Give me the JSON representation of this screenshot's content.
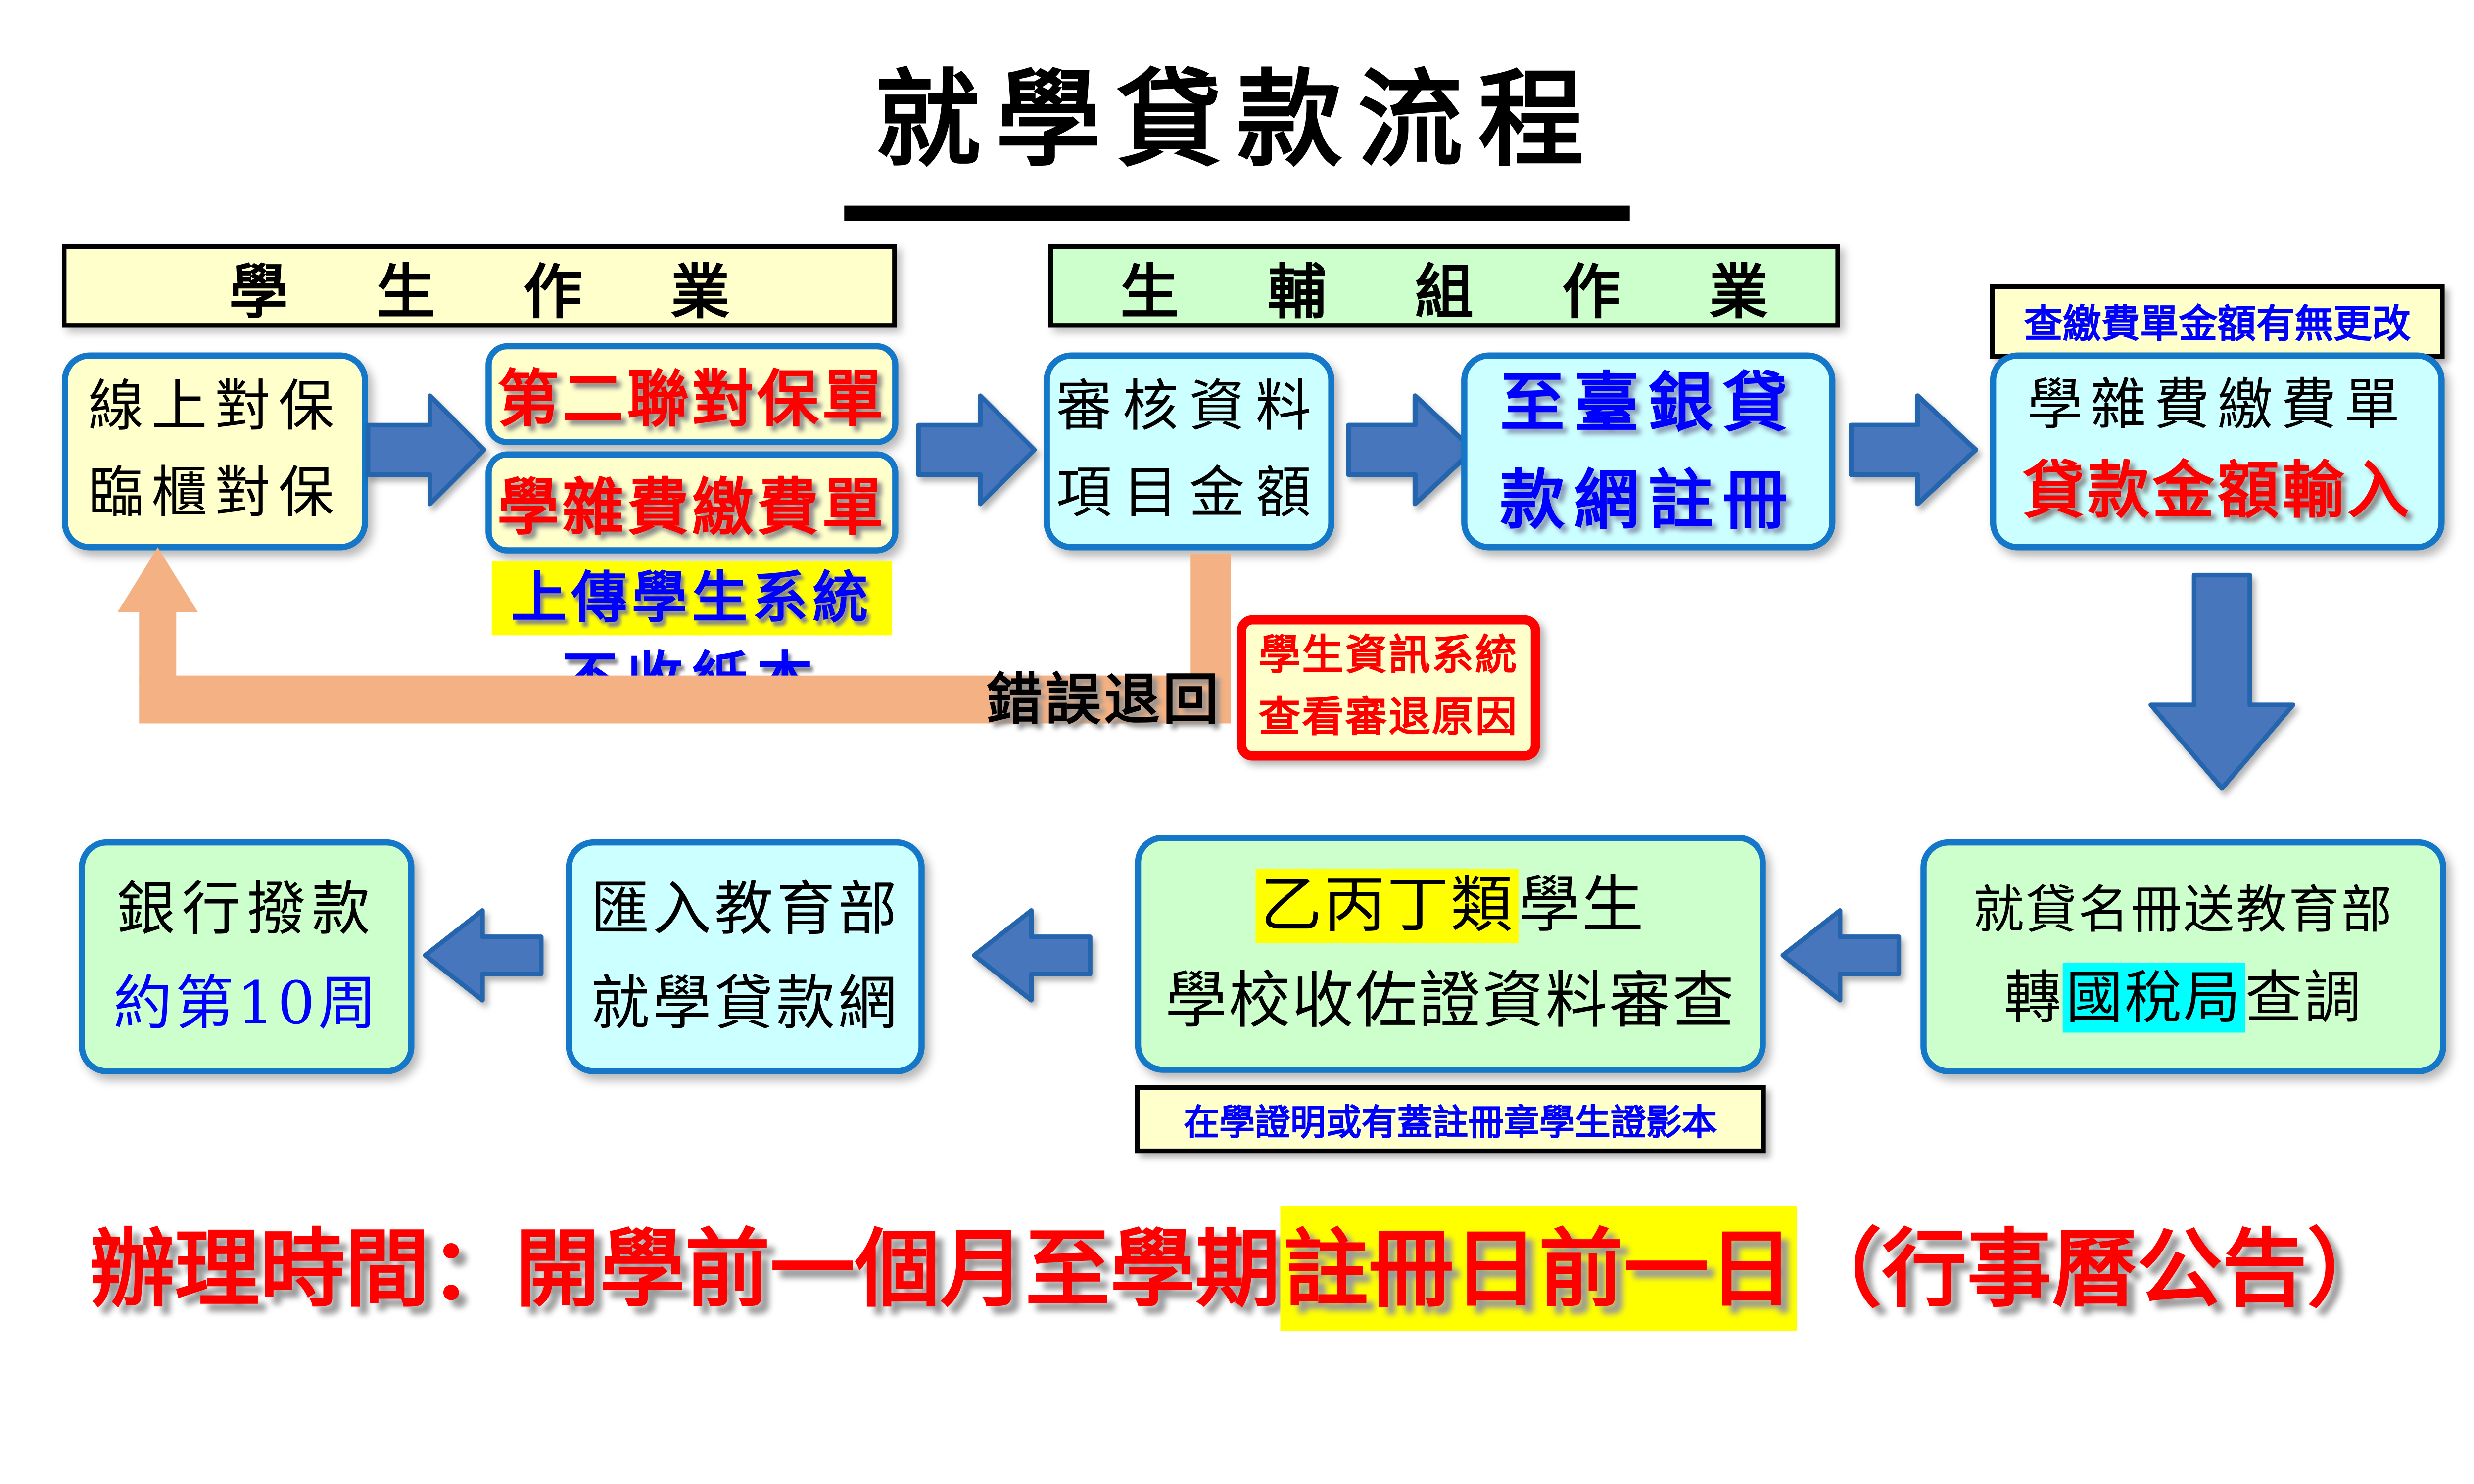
{
  "title": "就學貸款流程",
  "headers": {
    "student_ops": "學 生 作 業",
    "counselor_ops": "生 輔 組 作 業"
  },
  "top_row": {
    "online_guarantee": {
      "line1": "線上對保",
      "line2": "臨櫃對保"
    },
    "second_copy": "第二聯對保單",
    "tuition_bill": "學雜費繳費單",
    "upload_note": "上傳學生系統",
    "no_paper_note": "不收紙本",
    "review": {
      "line1": "審核資料",
      "line2": "項目金額"
    },
    "register_bank": {
      "line1": "至臺銀貸",
      "line2": "款網註冊"
    },
    "check_amount_note": "查繳費單金額有無更改",
    "bill_input": {
      "line1": "學雜費繳費單",
      "line2": "貸款金額輸入"
    }
  },
  "return_path": {
    "label": "錯誤退回",
    "info": {
      "line1": "學生資訊系統",
      "line2": "查看審退原因"
    }
  },
  "bottom_row": {
    "roster": {
      "line1": "就貸名冊送教育部",
      "line2_pre": "轉",
      "line2_hl": "國稅局",
      "line2_post": "查調"
    },
    "category": {
      "line1_hl": "乙丙丁類",
      "line1_post": "學生",
      "line2": "學校收佐證資料審查",
      "note": "在學證明或有蓋註冊章學生證影本"
    },
    "import_moe": {
      "line1": "匯入教育部",
      "line2": "就學貸款網"
    },
    "bank_disburse": {
      "line1": "銀行撥款",
      "line2": "約第10周"
    }
  },
  "footer": {
    "pre": "辦理時間：開學前一個月至學期",
    "hl": "註冊日前一日",
    "post": "（行事曆公告）"
  },
  "colors": {
    "cream": "#FFFFCC",
    "light_green": "#CCFFCC",
    "light_cyan": "#CCFFFF",
    "box_border_blue": "#1577C8",
    "arrow_fill": "#4876BC",
    "arrow_stroke": "#2465AE",
    "return_arrow_orange": "#F4B183",
    "red_text": "#FF0000",
    "blue_text": "#0000FF",
    "yellow_highlight": "#FFFF00",
    "cyan_highlight": "#00FFFF"
  }
}
